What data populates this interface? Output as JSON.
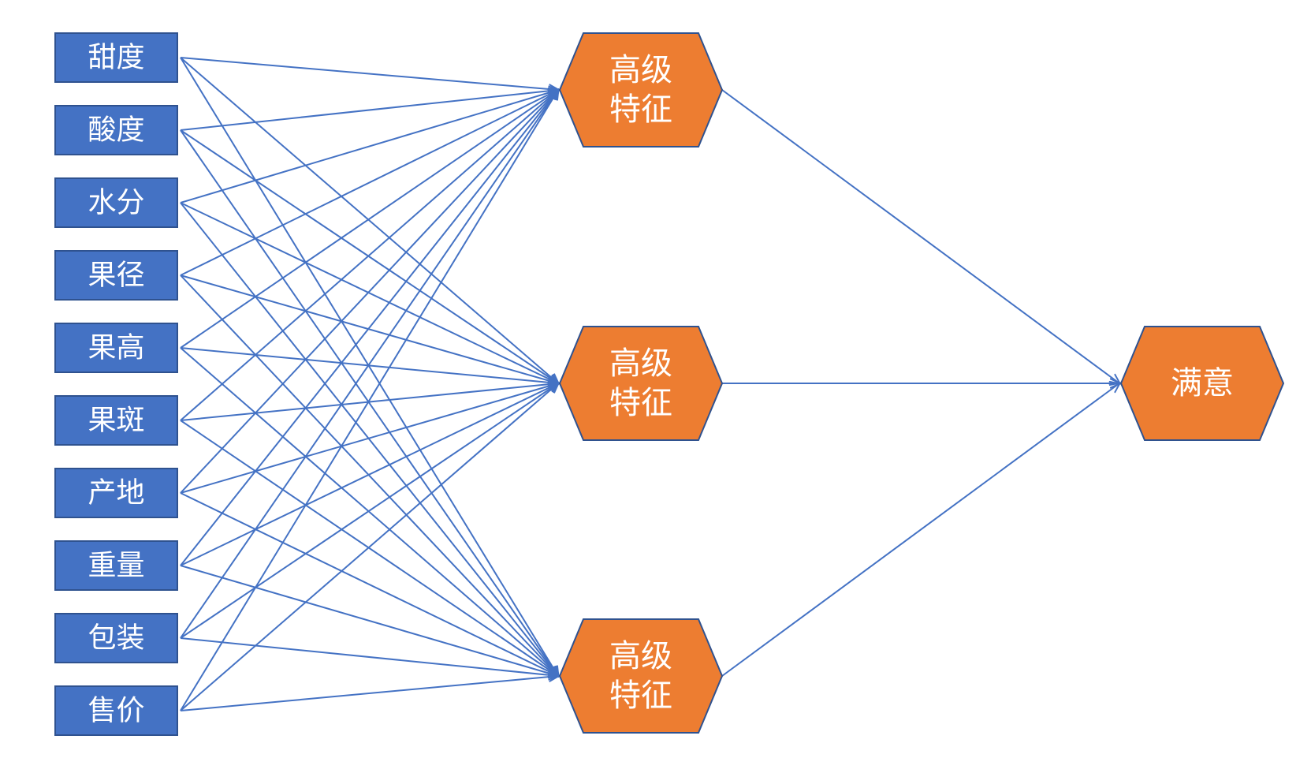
{
  "colors": {
    "input_fill": "#4472C4",
    "input_stroke": "#2F528F",
    "node_fill": "#ED7D31",
    "node_stroke": "#2F528F",
    "edge": "#4472C4",
    "background": "#FFFFFF"
  },
  "inputs": [
    {
      "label": "甜度"
    },
    {
      "label": "酸度"
    },
    {
      "label": "水分"
    },
    {
      "label": "果径"
    },
    {
      "label": "果高"
    },
    {
      "label": "果斑"
    },
    {
      "label": "产地"
    },
    {
      "label": "重量"
    },
    {
      "label": "包装"
    },
    {
      "label": "售价"
    }
  ],
  "hidden": [
    {
      "line1": "高级",
      "line2": "特征"
    },
    {
      "line1": "高级",
      "line2": "特征"
    },
    {
      "line1": "高级",
      "line2": "特征"
    }
  ],
  "output": {
    "label": "满意"
  },
  "connections": {
    "inputs_to_hidden": "all",
    "hidden_to_output": "all"
  }
}
